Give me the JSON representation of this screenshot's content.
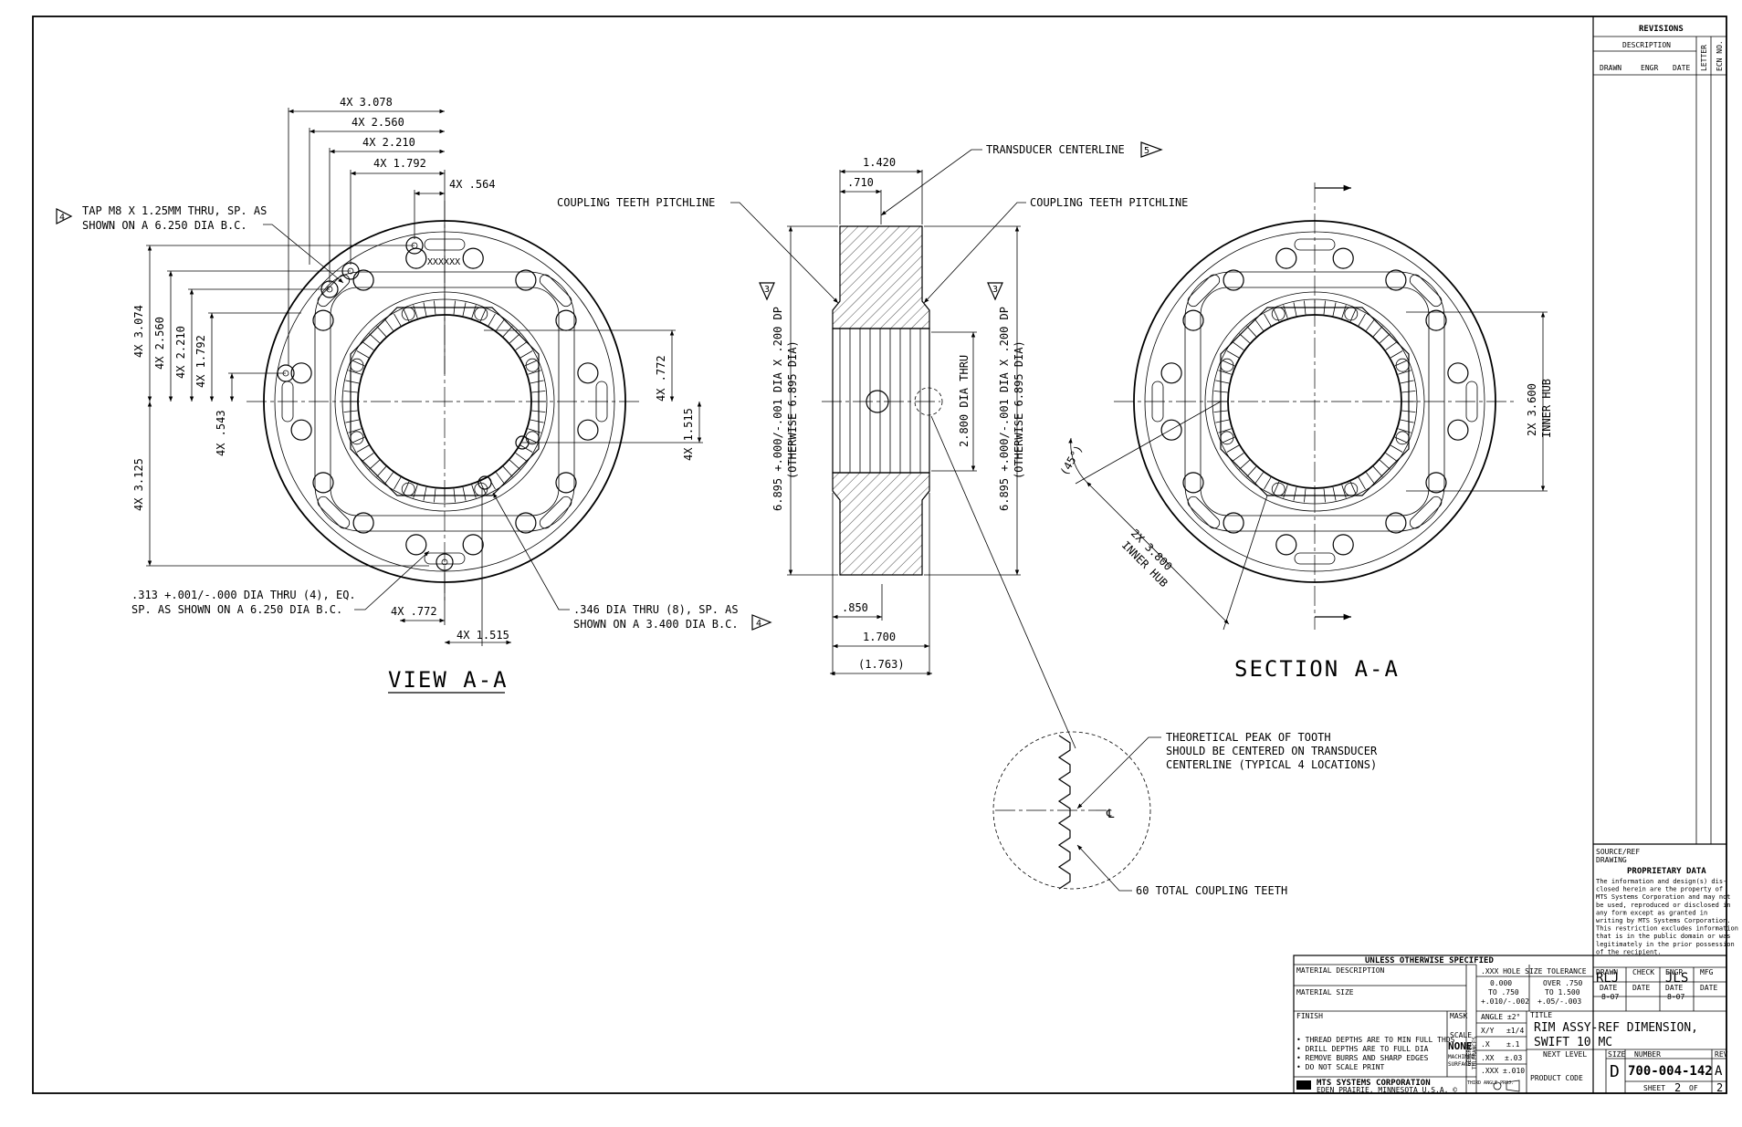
{
  "view_a": {
    "dims_top": [
      "4X 3.078",
      "4X 2.560",
      "4X 2.210",
      "4X 1.792",
      "4X .564"
    ],
    "tap_note_flag": "4",
    "tap_note_line1": "TAP M8 X 1.25MM THRU, SP. AS",
    "tap_note_line2": "SHOWN ON A 6.250 DIA B.C.",
    "xmark": "XXXXXX",
    "dims_left": [
      "4X 3.074",
      "4X 2.560",
      "4X 2.210",
      "4X 1.792",
      "4X .543",
      "4X 3.125"
    ],
    "dims_right": [
      "4X .772",
      "4X 1.515"
    ],
    "hole_note_line1": ".313 +.001/-.000 DIA THRU (4), EQ.",
    "hole_note_line2": "SP. AS SHOWN ON A 6.250 DIA B.C.",
    "dims_bottom": [
      "4X .772",
      "4X 1.515"
    ],
    "thru_note_line1": ".346 DIA THRU (8), SP. AS",
    "thru_note_line2": "SHOWN ON A 3.400 DIA B.C.",
    "thru_note_flag": "4",
    "title": "VIEW A-A"
  },
  "side_view": {
    "transducer_label": "TRANSDUCER CENTERLINE",
    "transducer_flag": "5",
    "pitch_left": "COUPLING TEETH PITCHLINE",
    "pitch_right": "COUPLING TEETH PITCHLINE",
    "dim_1420": "1.420",
    "dim_710": ".710",
    "left_dia_line1": "6.895 +.000/-.001 DIA X .200 DP",
    "left_dia_line2": "(OTHERWISE 6.895 DIA)",
    "left_flag": "3",
    "right_dia_line1": "6.895 +.000/-.001 DIA X .200 DP",
    "right_dia_line2": "(OTHERWISE 6.895 DIA)",
    "right_flag": "3",
    "thru_dia": "2.800 DIA THRU",
    "dim_850": ".850",
    "dim_1700": "1.700",
    "dim_1763": "(1.763)"
  },
  "section": {
    "dim_hub1_line1": "2X 3.600",
    "dim_hub1_line2": "INNER HUB",
    "dim_hub2_line1": "2X 3.800",
    "dim_hub2_line2": "INNER HUB",
    "angle": "(45°)",
    "title": "SECTION A-A"
  },
  "detail": {
    "peak_line1": "THEORETICAL PEAK OF TOOTH",
    "peak_line2": "SHOULD BE CENTERED ON TRANSDUCER",
    "peak_line3": "CENTERLINE (TYPICAL 4 LOCATIONS)",
    "cl_mark": "℄",
    "teeth_note": "60 TOTAL COUPLING TEETH"
  },
  "revisions": {
    "title": "REVISIONS",
    "description": "DESCRIPTION",
    "drawn": "DRAWN",
    "engr": "ENGR",
    "date": "DATE",
    "letter": "LETTER",
    "ecn": "ECN NO."
  },
  "proprietary": {
    "source": "SOURCE/REF",
    "drawing": "DRAWING",
    "title": "PROPRIETARY DATA",
    "lines": [
      "The information and design(s) dis-",
      "closed herein are the property of",
      "MTS Systems Corporation and may not",
      "be used, reproduced or disclosed in",
      "any form except as granted in",
      "writing by MTS Systems Corporation.",
      "This restriction excludes information",
      "that is in the public domain or was",
      "legitimately in the prior possession",
      "of the recipient."
    ]
  },
  "title_block": {
    "unless": "UNLESS OTHERWISE SPECIFIED",
    "material_desc": "MATERIAL DESCRIPTION",
    "material_size": "MATERIAL SIZE",
    "finish": "FINISH",
    "mask": "MASK",
    "notes": [
      "• THREAD DEPTHS ARE TO MIN FULL THDS",
      "• DRILL DEPTHS ARE TO FULL DIA",
      "• REMOVE BURRS AND SHARP EDGES",
      "• DO NOT SCALE PRINT"
    ],
    "scale_label": "SCALE",
    "scale_value": "NONE",
    "machined": "MACHINED",
    "surfaces": "SURFACES",
    "general": "GENERAL",
    "tolerances": "TOLERANCES",
    "hole_tol": ".XXX HOLE SIZE TOLERANCE",
    "tol_a1": "0.000",
    "tol_a2": "TO .750",
    "tol_a3": "+.010/-.002",
    "tol_b1": "OVER .750",
    "tol_b2": "TO 1.500",
    "tol_b3": "+.05/-.003",
    "angle": "ANGLE ±2°",
    "frac": "X/Y",
    "frac_tol": "±1/4",
    "x": ".X",
    "x_tol": "±.1",
    "xx": ".XX",
    "xx_tol": "±.03",
    "xxx": ".XXX",
    "xxx_tol": "±.010",
    "third_angle": "THIRD ANGLE PROJ.",
    "company": "MTS SYSTEMS CORPORATION",
    "location": "EDEN PRAIRIE, MINNESOTA U.S.A. ©",
    "drawn_label": "DRAWN",
    "drawn_value": "RLJ",
    "check_label": "CHECK",
    "engr_label": "ENGR",
    "engr_value": "JLS",
    "mfg_label": "MFG",
    "date_label": "DATE",
    "date_value1": "8-07",
    "date_value2": "8-07",
    "title_label": "TITLE",
    "title_line1": "RIM ASSY-REF DIMENSION,",
    "title_line2": "SWIFT 10 MC",
    "next_level": "NEXT LEVEL",
    "product_code": "PRODUCT CODE",
    "size_label": "SIZE",
    "size_value": "D",
    "number_label": "NUMBER",
    "number_value": "700-004-142",
    "rev_label": "REV",
    "rev_value": "A",
    "sheet_label": "SHEET",
    "sheet_num": "2",
    "of": "OF",
    "sheet_total": "2"
  }
}
